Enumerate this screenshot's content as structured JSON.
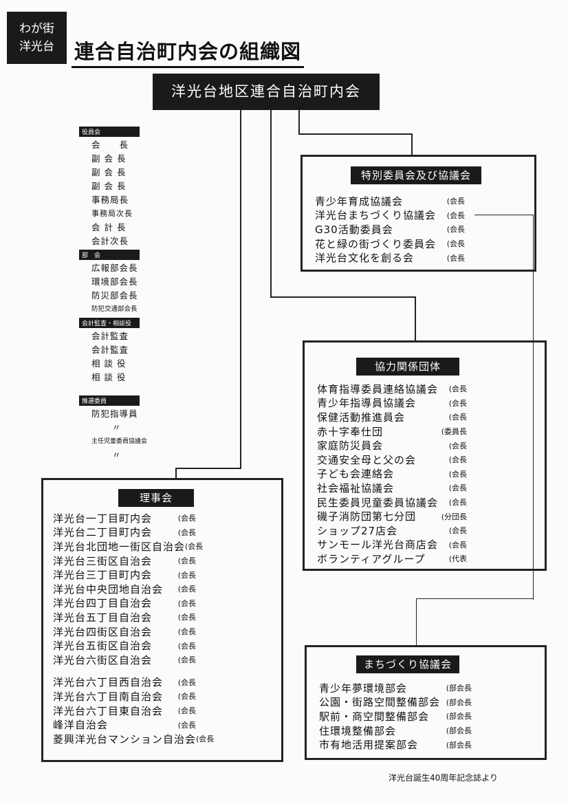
{
  "header": {
    "badge": [
      "わが街",
      "洋光台"
    ],
    "title": "連合自治町内会の組織図"
  },
  "root": "洋光台地区連合自治町内会",
  "officers": [
    {
      "header": "役員会",
      "items": [
        "会　　長",
        "副 会 長",
        "副 会 長",
        "副 会 長",
        "事務局長",
        "事務局次長",
        "会 計 長",
        "会計次長"
      ]
    },
    {
      "header": "部　会",
      "items": [
        "広報部会長",
        "環境部会長",
        "防災部会長",
        "防犯交通部会長"
      ]
    },
    {
      "header": "会計監査・相談役",
      "items": [
        "会計監査",
        "会計監査",
        "相 談 役",
        "相 談 役"
      ]
    },
    {
      "header": "推選委員",
      "items": [
        "防犯指導員",
        "〃",
        "主任児童委員協議会",
        "〃"
      ]
    }
  ],
  "special": {
    "title": "特別委員会及び協議会",
    "items": [
      {
        "name": "青少年育成協議会",
        "role": "(会長"
      },
      {
        "name": "洋光台まちづくり協議会",
        "role": "(会長"
      },
      {
        "name": "G30活動委員会",
        "role": "(会長"
      },
      {
        "name": "花と緑の街づくり委員会",
        "role": "(会長"
      },
      {
        "name": "洋光台文化を創る会",
        "role": "(会長"
      }
    ]
  },
  "cooperating": {
    "title": "協力関係団体",
    "items": [
      {
        "name": "体育指導委員連絡協議会",
        "role": "(会長"
      },
      {
        "name": "青少年指導員協議会",
        "role": "(会長"
      },
      {
        "name": "保健活動推進員会",
        "role": "(会長"
      },
      {
        "name": "赤十字奉仕団",
        "role": "(委員長"
      },
      {
        "name": "家庭防災員会",
        "role": "(会長"
      },
      {
        "name": "交通安全母と父の会",
        "role": "(会長"
      },
      {
        "name": "子ども会連絡会",
        "role": "(会長"
      },
      {
        "name": "社会福祉協議会",
        "role": "(会長"
      },
      {
        "name": "民生委員児童委員協議会",
        "role": "(会長"
      },
      {
        "name": "磯子消防団第七分団",
        "role": "(分団長"
      },
      {
        "name": "ショップ27店会",
        "role": "(会長"
      },
      {
        "name": "サンモール洋光台商店会",
        "role": "(会長"
      },
      {
        "name": "ボランティアグループ",
        "role": "(代表"
      }
    ]
  },
  "board": {
    "title": "理事会",
    "items": [
      {
        "name": "洋光台一丁目町内会",
        "role": "(会長"
      },
      {
        "name": "洋光台二丁目町内会",
        "role": "(会長"
      },
      {
        "name": "洋光台北団地一街区自治会",
        "role": "(会長"
      },
      {
        "name": "洋光台三街区自治会",
        "role": "(会長"
      },
      {
        "name": "洋光台三丁目町内会",
        "role": "(会長"
      },
      {
        "name": "洋光台中央団地自治会",
        "role": "(会長"
      },
      {
        "name": "洋光台四丁目自治会",
        "role": "(会長"
      },
      {
        "name": "洋光台五丁目自治会",
        "role": "(会長"
      },
      {
        "name": "洋光台四街区自治会",
        "role": "(会長"
      },
      {
        "name": "洋光台五街区自治会",
        "role": "(会長"
      },
      {
        "name": "洋光台六街区自治会",
        "role": "(会長"
      },
      {
        "name": "洋光台六丁目西自治会",
        "role": "(会長"
      },
      {
        "name": "洋光台六丁目南自治会",
        "role": "(会長"
      },
      {
        "name": "洋光台六丁目東自治会",
        "role": "(会長"
      },
      {
        "name": "峰洋自治会",
        "role": "(会長"
      },
      {
        "name": "菱興洋光台マンション自治会",
        "role": "(会長"
      }
    ]
  },
  "machizukuri": {
    "title": "まちづくり協議会",
    "items": [
      {
        "name": "青少年夢環境部会",
        "role": "(部会長"
      },
      {
        "name": "公園・街路空間整備部会",
        "role": "(部会長"
      },
      {
        "name": "駅前・商空間整備部会",
        "role": "(部会長"
      },
      {
        "name": "住環境整備部会",
        "role": "(部会長"
      },
      {
        "name": "市有地活用提案部会",
        "role": "(部会長"
      }
    ]
  },
  "footer": "洋光台誕生40周年記念誌より"
}
